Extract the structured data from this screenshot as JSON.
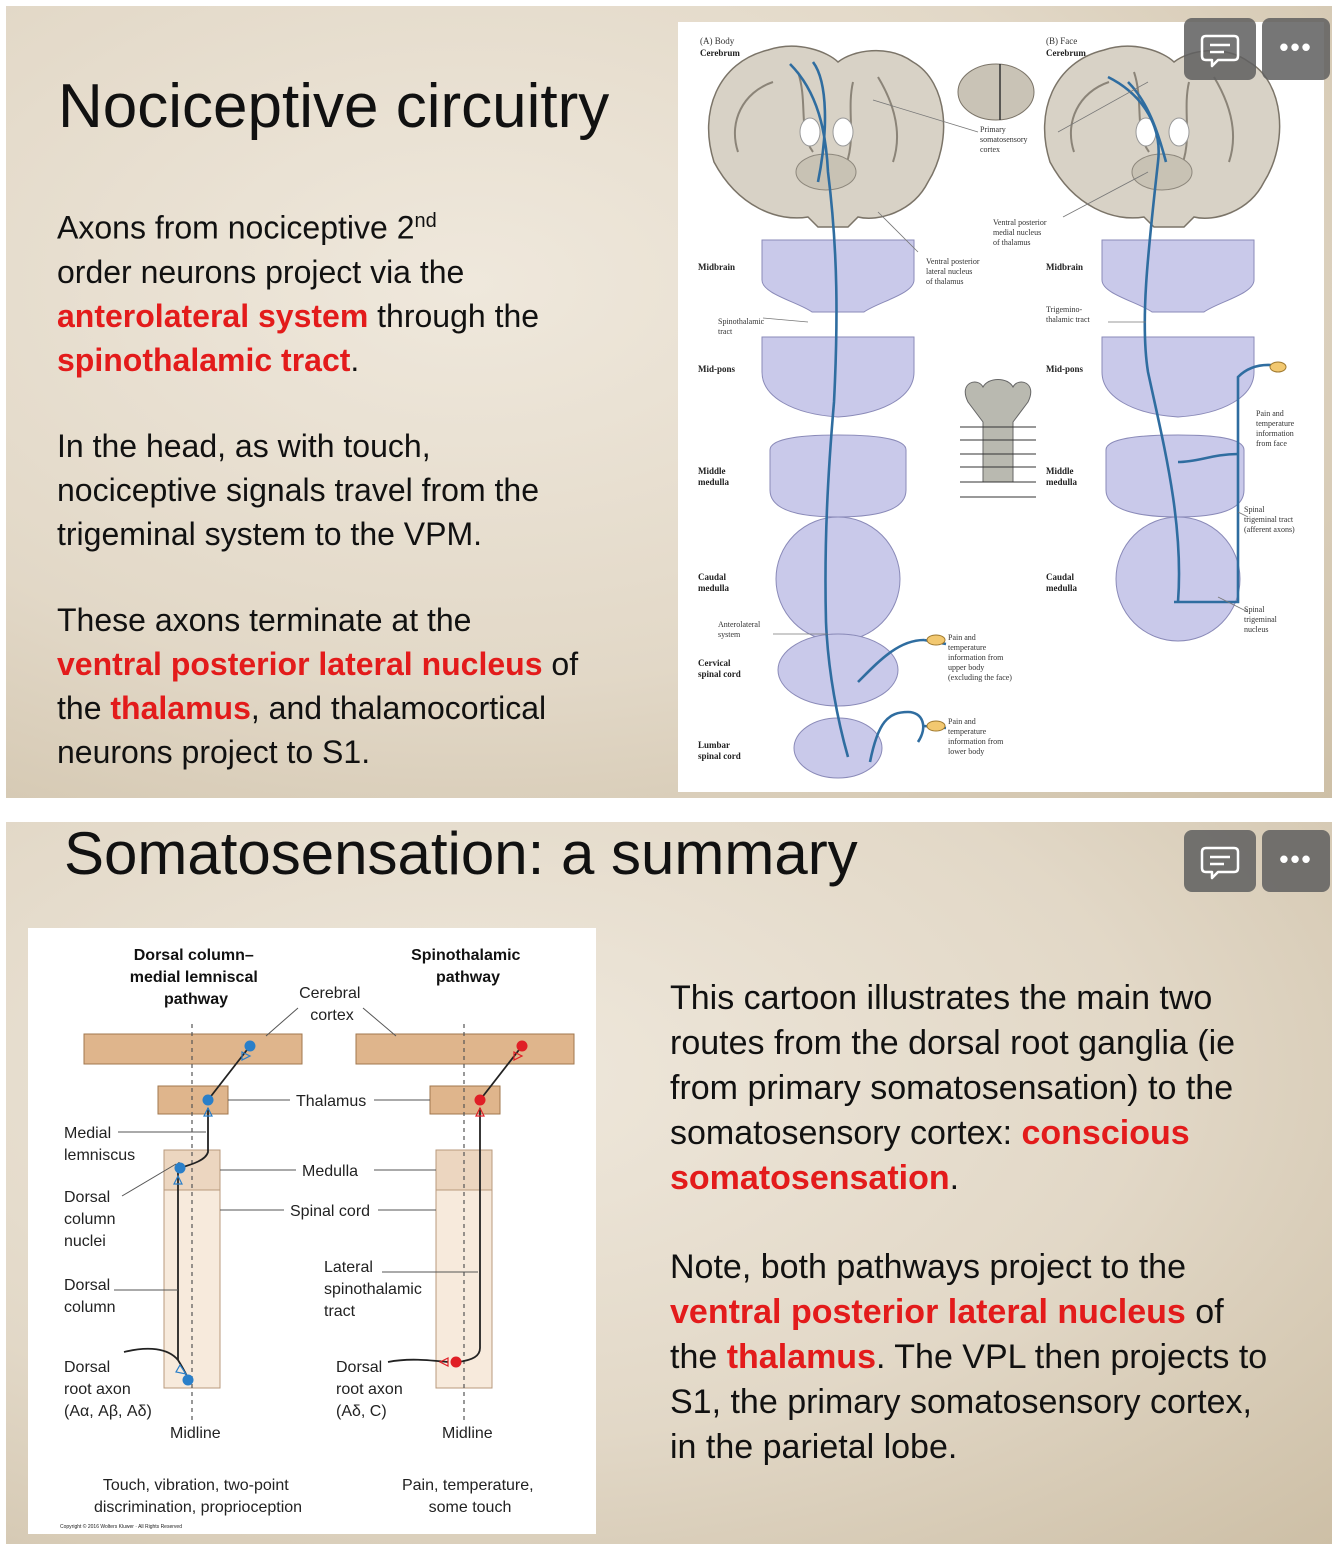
{
  "slide1": {
    "title": "Nociceptive circuitry",
    "para1": {
      "t1": "Axons from nociceptive 2",
      "sup": "nd",
      "t2": "order neurons project via the",
      "h1": "anterolateral system",
      "t3": " through the",
      "h2": "spinothalamic tract",
      "t4": "."
    },
    "para2": {
      "line1": "In the head, as with touch,",
      "line2": "nociceptive signals travel from the",
      "line3": "trigeminal system to the VPM."
    },
    "para3": {
      "t1": "These axons terminate at the",
      "h1": "ventral posterior lateral nucleus",
      "t2": " of",
      "t3": "the ",
      "h2": "thalamus",
      "t4": ", and thalamocortical",
      "t5": "neurons project to S1."
    },
    "figure": {
      "panel_a": "(A) Body",
      "panel_b": "(B) Face",
      "cerebrum": "Cerebrum",
      "midbrain": "Midbrain",
      "mid_pons": "Mid-pons",
      "middle_medulla": [
        "Middle",
        "medulla"
      ],
      "caudal_medulla": [
        "Caudal",
        "medulla"
      ],
      "cervical_cord": [
        "Cervical",
        "spinal cord"
      ],
      "lumbar_cord": [
        "Lumbar",
        "spinal cord"
      ],
      "primary_cortex": [
        "Primary",
        "somatosensory",
        "cortex"
      ],
      "vpm": [
        "Ventral posterior",
        "medial nucleus",
        "of thalamus"
      ],
      "vpl": [
        "Ventral posterior",
        "lateral nucleus",
        "of thalamus"
      ],
      "spinothalamic": [
        "Spinothalamic",
        "tract"
      ],
      "trigeminothalamic": [
        "Trigemino-",
        "thalamic tract"
      ],
      "face_info": [
        "Pain and",
        "temperature",
        "information",
        "from face"
      ],
      "spinal_trigeminal_tract": [
        "Spinal",
        "trigeminal tract",
        "(afferent axons)"
      ],
      "spinal_trigeminal_nucleus": [
        "Spinal",
        "trigeminal",
        "nucleus"
      ],
      "anterolateral": [
        "Anterolateral",
        "system"
      ],
      "upper_body": [
        "Pain and",
        "temperature",
        "information from",
        "upper body",
        "(excluding the face)"
      ],
      "lower_body": [
        "Pain and",
        "temperature",
        "information from",
        "lower body"
      ]
    }
  },
  "slide2": {
    "title": "Somatosensation: a summary",
    "para1": {
      "line1": "This cartoon illustrates the main two",
      "line2": "routes from the dorsal root ganglia (ie",
      "line3": "from primary somatosensation) to the",
      "t4": "somatosensory cortex: ",
      "h1": "conscious",
      "h2": "somatosensation",
      "t5": "."
    },
    "para2": {
      "line1": "Note, both pathways project to the",
      "h1": "ventral posterior lateral nucleus",
      "t2": " of",
      "t3": "the ",
      "h2": "thalamus",
      "t4": ". The VPL then projects to",
      "line4": "S1, the primary somatosensory cortex,",
      "line5": "in the parietal lobe."
    },
    "diagram": {
      "dorsal_title": [
        "Dorsal column–",
        "medial lemniscal",
        "pathway"
      ],
      "spino_title": [
        "Spinothalamic",
        "pathway"
      ],
      "cerebral_cortex": [
        "Cerebral",
        "cortex"
      ],
      "thalamus": "Thalamus",
      "medulla": "Medulla",
      "spinal_cord": "Spinal cord",
      "medial_lemniscus": [
        "Medial",
        "lemniscus"
      ],
      "dorsal_column_nuclei": [
        "Dorsal",
        "column",
        "nuclei"
      ],
      "dorsal_column": [
        "Dorsal",
        "column"
      ],
      "lateral_spinothalamic": [
        "Lateral",
        "spinothalamic",
        "tract"
      ],
      "dorsal_root_left": [
        "Dorsal",
        "root axon",
        "(Aα, Aβ, Aδ)"
      ],
      "dorsal_root_right": [
        "Dorsal",
        "root axon",
        "(Aδ, C)"
      ],
      "midline": "Midline",
      "left_caption": [
        "Touch, vibration, two-point",
        "discrimination, proprioception"
      ],
      "right_caption": [
        "Pain, temperature,",
        "some touch"
      ],
      "copyright": "Copyright © 2016 Wolters Kluwer · All Rights Reserved"
    }
  },
  "controls": {
    "more_glyph": "•••",
    "comment_icon": "comment-bubble-icon",
    "more_icon": "more-horizontal-icon"
  },
  "colors": {
    "highlight": "#e31b1b",
    "pathway_line": "#2f6da0",
    "section_tint": "#c9c9ea",
    "dorsal_neuron": "#2a7fc9",
    "spino_neuron": "#e01f26",
    "box_tan": "#dfb58c"
  }
}
